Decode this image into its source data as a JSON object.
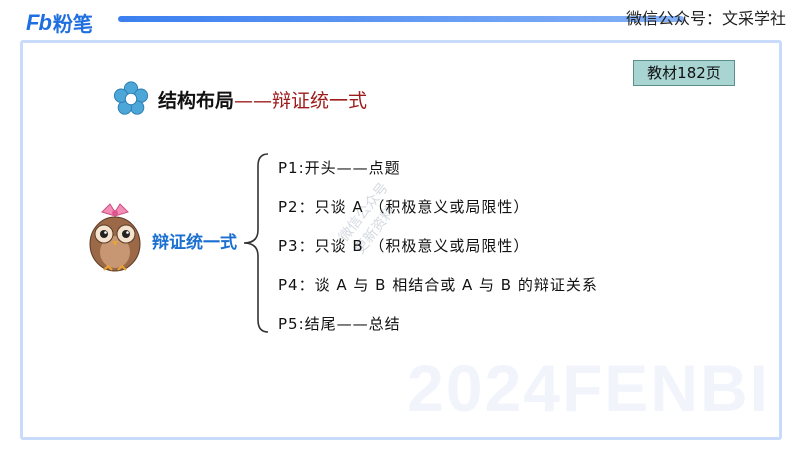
{
  "header": {
    "logo_mark": "Fb",
    "logo_name": "粉笔",
    "wechat": "微信公众号：文采学社"
  },
  "watermark": "2024FENBI",
  "stamp_text": [
    "微信公众号",
    "更新资料"
  ],
  "badge": "教材182页",
  "title": {
    "main": "结构布局",
    "sub": "——辩证统一式"
  },
  "center_label": "辩证统一式",
  "items": [
    "P1:开头——点题",
    "P2：只谈 A （积极意义或局限性）",
    "P3：只谈 B （积极意义或局限性）",
    "P4：谈 A 与 B 相结合或 A 与 B 的辩证关系",
    "P5:结尾——总结"
  ],
  "colors": {
    "logo_blue": "#1f6fe0",
    "frame_border": "#c9dbfb",
    "badge_fill": "#a8d4d2",
    "title_sub": "#9e1b1b",
    "center_label": "#1a6fd1"
  }
}
